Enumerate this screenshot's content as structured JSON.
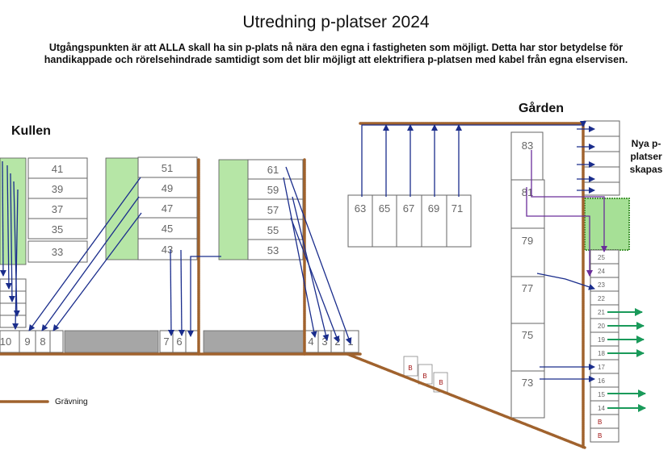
{
  "title": "Utredning p-platser 2024",
  "intro": "Utgångspunkten är att ALLA skall ha sin p-plats nå nära den egna i fastigheten som möjligt. Detta har stor betydelse för handikappade och rörelsehindrade samtidigt som det blir möjligt att elektrifiera p-platsen med kabel från egna elservisen.",
  "sections": {
    "kullen": "Kullen",
    "garden": "Gården"
  },
  "nya_platser": [
    "Nya p-",
    "platser",
    "skapas"
  ],
  "legend": "Grävning",
  "colors": {
    "trench": "#a0622d",
    "arrow_blue": "#1a2d8c",
    "arrow_purple": "#6a2d9a",
    "arrow_green": "#1a9a5a",
    "green_area": "#b6e6a6",
    "garage": "#a6a6a6",
    "b_text": "#a01010"
  },
  "kullen_rows": [
    [
      "41",
      "39",
      "37",
      "35",
      "33"
    ],
    [
      "51",
      "49",
      "47",
      "45",
      "43"
    ],
    [
      "61",
      "59",
      "57",
      "55",
      "53"
    ]
  ],
  "garden_row": [
    "63",
    "65",
    "67",
    "69",
    "71"
  ],
  "garden_column": [
    "83",
    "81",
    "79",
    "77",
    "75",
    "73"
  ],
  "bottom_spots": [
    "10",
    "9",
    "8",
    "7",
    "6",
    "4",
    "3",
    "2",
    "1"
  ],
  "right_spots": [
    "25",
    "24",
    "23",
    "22",
    "21",
    "20",
    "19",
    "18",
    "17",
    "16",
    "15",
    "14",
    "B",
    "B"
  ],
  "b_markers": [
    "B",
    "B",
    "B"
  ]
}
